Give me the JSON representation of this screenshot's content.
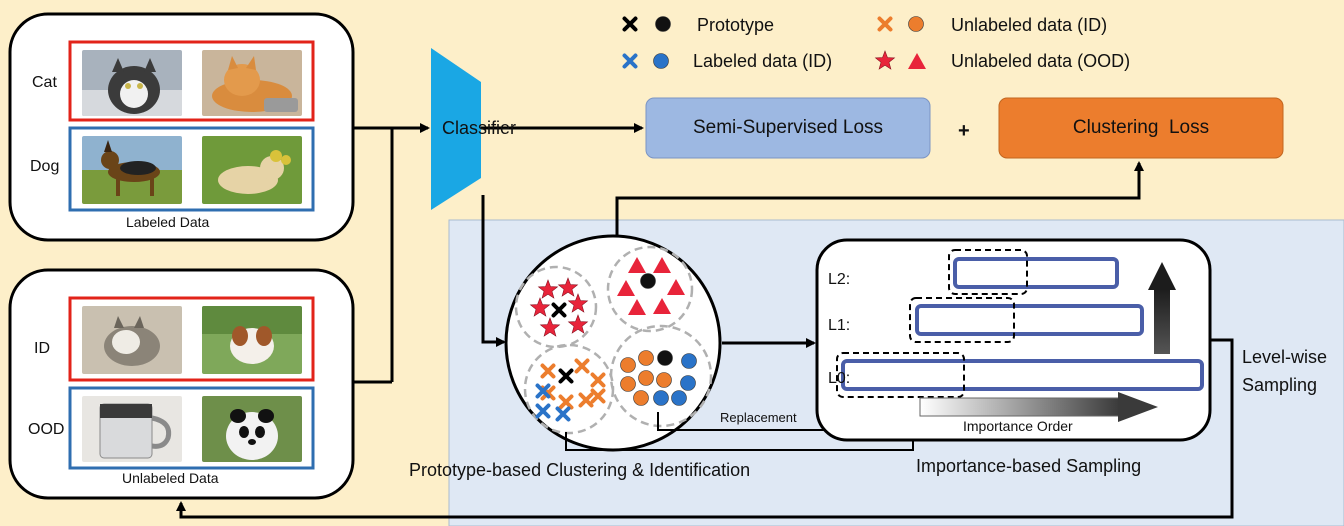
{
  "legend": {
    "prototype": "Prototype",
    "labeled_id": "Labeled data (ID)",
    "unlabeled_id": "Unlabeled data (ID)",
    "unlabeled_ood": "Unlabeled data (OOD)"
  },
  "labeled_panel": {
    "row1": "Cat",
    "row2": "Dog",
    "caption": "Labeled Data"
  },
  "unlabeled_panel": {
    "row1": "ID",
    "row2": "OOD",
    "caption": "Unlabeled Data"
  },
  "classifier": "Classifier",
  "semi_supervised_loss": "Semi-Supervised Loss",
  "plus": "+",
  "clustering_loss": "Clustering  Loss",
  "clustering_caption": "Prototype-based Clustering & Identification",
  "replacement": "Replacement",
  "levels": {
    "l2": "L2:",
    "l1": "L1:",
    "l0": "L0:"
  },
  "importance_order": "Importance Order",
  "level_wise": "Level-wise\nSampling",
  "sampling_caption": "Importance-based Sampling",
  "colors": {
    "background": "#fdefc9",
    "panel_blue": "#dfe8f4",
    "classifier": "#1aa7e4",
    "semi_loss": "#9db8e2",
    "clustering_loss": "#ec7d2d",
    "id_border": "#e2231a",
    "ood_border": "#2f6eb0",
    "ood_marker": "#e8243a",
    "unlabeled_id_marker": "#ec7d2d",
    "labeled_marker": "#2a73c8",
    "level_border": "#4a5ea8"
  }
}
